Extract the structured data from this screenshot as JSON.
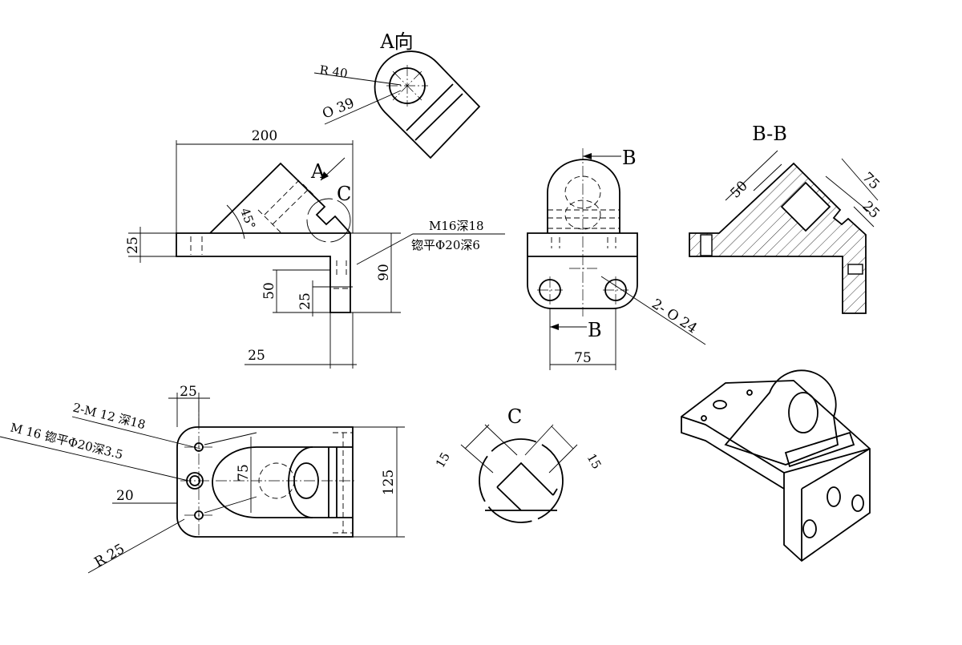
{
  "title": "Bracket part engineering drawing",
  "front_view": {
    "dim_width": "200",
    "dim_thickness": "25",
    "dim_height": "90",
    "dim_hole_pos": "50",
    "dim_hole_pos2": "25",
    "dim_leg": "25",
    "angle": "45°",
    "view_arrow": "A",
    "detail_label": "C",
    "note_line1": "M16深18",
    "note_line2": "锪平Φ20深6"
  },
  "view_a": {
    "label": "A向",
    "radius": "R 40",
    "diameter": "Ο 39"
  },
  "side_view": {
    "section_top": "B",
    "section_bottom": "B",
    "dim_holes": "75",
    "holes_note": "2- Ο 24"
  },
  "section_bb": {
    "label": "B-B",
    "dim_a": "50",
    "dim_b": "75",
    "dim_c": "25"
  },
  "top_view": {
    "dim_top": "25",
    "note_m12": "2-M 12 深18",
    "note_m16": "M 16 锪平Φ20深3.5",
    "dim_20": "20",
    "dim_75": "75",
    "dim_125": "125",
    "radius": "R 25"
  },
  "detail_c": {
    "label": "C",
    "dim_left": "15",
    "dim_right": "15"
  }
}
